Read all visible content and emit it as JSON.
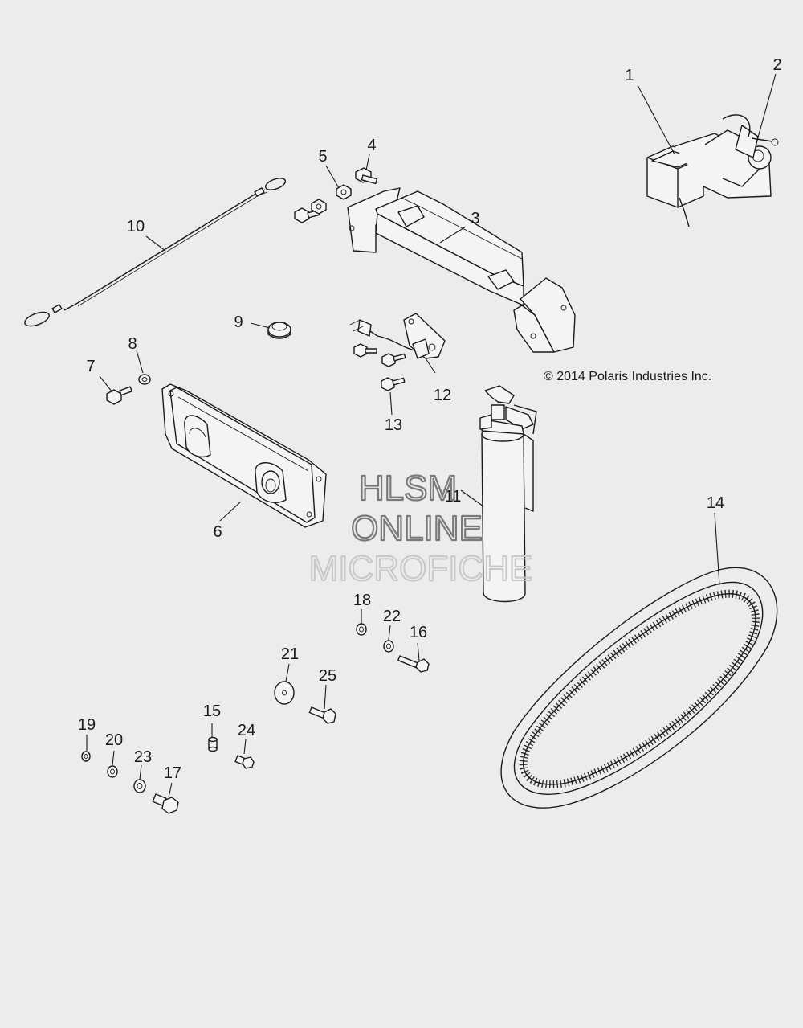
{
  "copyright": "© 2014 Polaris Industries Inc.",
  "watermark": {
    "line1": "HLSM",
    "line2": "ONLINE",
    "line3": "MICROFICHE"
  },
  "callouts": [
    "1",
    "2",
    "3",
    "4",
    "5",
    "6",
    "7",
    "8",
    "9",
    "10",
    "11",
    "12",
    "13",
    "14",
    "15",
    "16",
    "17",
    "18",
    "19",
    "20",
    "21",
    "22",
    "23",
    "24",
    "25"
  ],
  "colors": {
    "background": "#ececec",
    "ink": "#1a1a1a",
    "watermark": "#7a7a7a",
    "watermark_light": "#c8c8c8"
  }
}
